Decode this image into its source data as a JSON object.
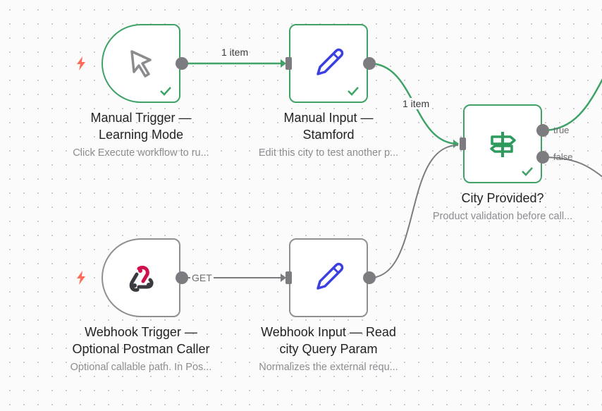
{
  "nodes": {
    "manual_trigger": {
      "title_line1": "Manual Trigger —",
      "title_line2": "Learning Mode",
      "description": "Click Execute workflow to ru...",
      "icon": "cursor-icon",
      "status": "success"
    },
    "manual_input": {
      "title_line1": "Manual Input —",
      "title_line2": "Stamford",
      "description": "Edit this city to test another p...",
      "icon": "pencil-icon",
      "status": "success"
    },
    "city_provided": {
      "title_line1": "City Provided?",
      "description": "Product validation before call...",
      "icon": "signpost-icon",
      "status": "success",
      "outputs": [
        "true",
        "false"
      ]
    },
    "webhook_trigger": {
      "title_line1": "Webhook Trigger —",
      "title_line2": "Optional Postman Caller",
      "description": "Optional callable path. In Pos...",
      "icon": "webhook-icon"
    },
    "webhook_input": {
      "title_line1": "Webhook Input — Read",
      "title_line2": "city Query Param",
      "description": "Normalizes the external requ...",
      "icon": "pencil-icon"
    }
  },
  "edges": {
    "trigger_to_manual_input": "1 item",
    "manual_input_to_if": "1 item",
    "webhook_method": "GET"
  },
  "colors": {
    "success": "#3fa267",
    "neutral_border": "#8f8f94",
    "pencil": "#3b3fe0",
    "trigger_bolt": "#ff6d5a"
  }
}
